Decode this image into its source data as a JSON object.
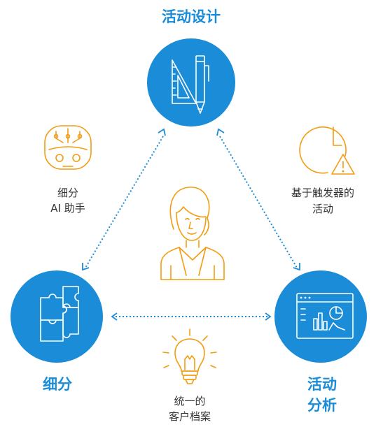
{
  "nodes": {
    "design": {
      "label": "活动设计"
    },
    "segment": {
      "label": "细分"
    },
    "analysis": {
      "line1": "活动",
      "line2": "分析"
    }
  },
  "side_items": {
    "ai": {
      "line1": "细分",
      "line2": "AI 助手"
    },
    "trigger": {
      "line1": "基于触发器的",
      "line2": "活动"
    },
    "profile": {
      "line1": "统一的",
      "line2": "客户档案"
    }
  },
  "colors": {
    "primary": "#1a8cd8",
    "accent": "#f39c12"
  },
  "icons": {
    "design": "ruler-pencil-icon",
    "segment": "puzzle-icon",
    "analysis": "analytics-dashboard-icon",
    "ai": "robot-head-icon",
    "trigger": "clock-warning-icon",
    "person": "customer-person-icon",
    "profile": "lightbulb-icon"
  }
}
